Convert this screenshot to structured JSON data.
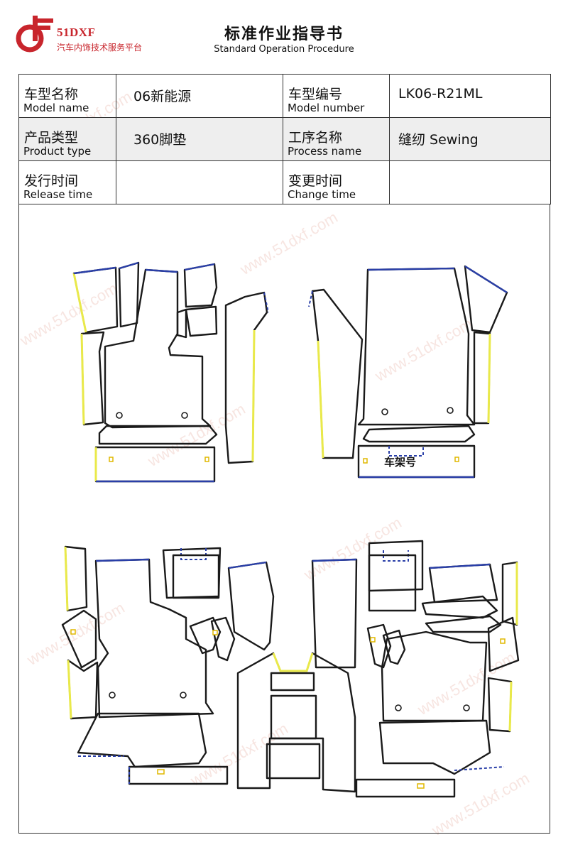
{
  "header": {
    "logo_text": "51DXF",
    "logo_subtitle": "汽车内饰技术服务平台",
    "title_cn": "标准作业指导书",
    "title_en": "Standard Operation Procedure"
  },
  "info_table": {
    "model_name": {
      "label_cn": "车型名称",
      "label_en": "Model name",
      "value": "06新能源"
    },
    "model_number": {
      "label_cn": "车型编号",
      "label_en": "Model number",
      "value": "LK06-R21ML"
    },
    "product_type": {
      "label_cn": "产品类型",
      "label_en": "Product type",
      "value": "360脚垫"
    },
    "process_name": {
      "label_cn": "工序名称",
      "label_en": "Process name",
      "value": "缝纫 Sewing"
    },
    "release_time": {
      "label_cn": "发行时间",
      "label_en": "Release time",
      "value": ""
    },
    "change_time": {
      "label_cn": "变更时间",
      "label_en": "Change time",
      "value": ""
    }
  },
  "drawing": {
    "frame_label": "车架号"
  },
  "watermark": {
    "text": "www.51dxf.com"
  },
  "colors": {
    "brand_red": "#c8252c",
    "edge_yellow": "#e9e94a",
    "edge_blue": "#2a3fa8",
    "row_gray": "#eeeeee"
  }
}
